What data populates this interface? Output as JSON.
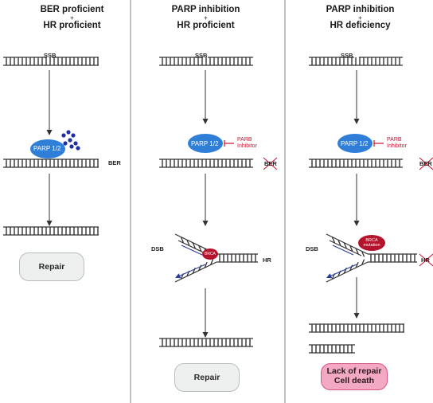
{
  "columns": [
    {
      "title_line1": "BER proficient",
      "plus": "+",
      "title_line2": "HR proficient",
      "ssb_label": "SSB",
      "parp_label": "PARP 1/2",
      "ber_label": "BER",
      "outcome": "Repair"
    },
    {
      "title_line1": "PARP inhibition",
      "plus": "+",
      "title_line2": "HR proficient",
      "ssb_label": "SSB",
      "parp_label": "PARP 1/2",
      "inhibitor_line1": "PARB",
      "inhibitor_line2": "Inhibitor",
      "ber_label": "BER",
      "dsb_label": "DSB",
      "brca_label": "BRCA",
      "hr_label": "HR",
      "outcome": "Repair"
    },
    {
      "title_line1": "PARP inhibition",
      "plus": "+",
      "title_line2": "HR deficiency",
      "ssb_label": "SSB",
      "parp_label": "PARP 1/2",
      "inhibitor_line1": "PARB",
      "inhibitor_line2": "Inhibitor",
      "ber_label": "BER",
      "dsb_label": "DSB",
      "brca_line1": "BRCA",
      "brca_line2": "mutation",
      "hr_label": "HR",
      "outcome_line1": "Lack of repair",
      "outcome_line2": "Cell death"
    }
  ],
  "colors": {
    "parp": "#2f7fd9",
    "parp_text": "#ffffff",
    "brca": "#b3132b",
    "inhibitor": "#c8102e",
    "cross": "#c8102e",
    "strand": "#333333",
    "new_strand": "#2b3a99",
    "polymer": "#1f2ea0",
    "divider": "#666666",
    "repair_box": "#eef0ef",
    "death_box": "#f3a9c3"
  }
}
